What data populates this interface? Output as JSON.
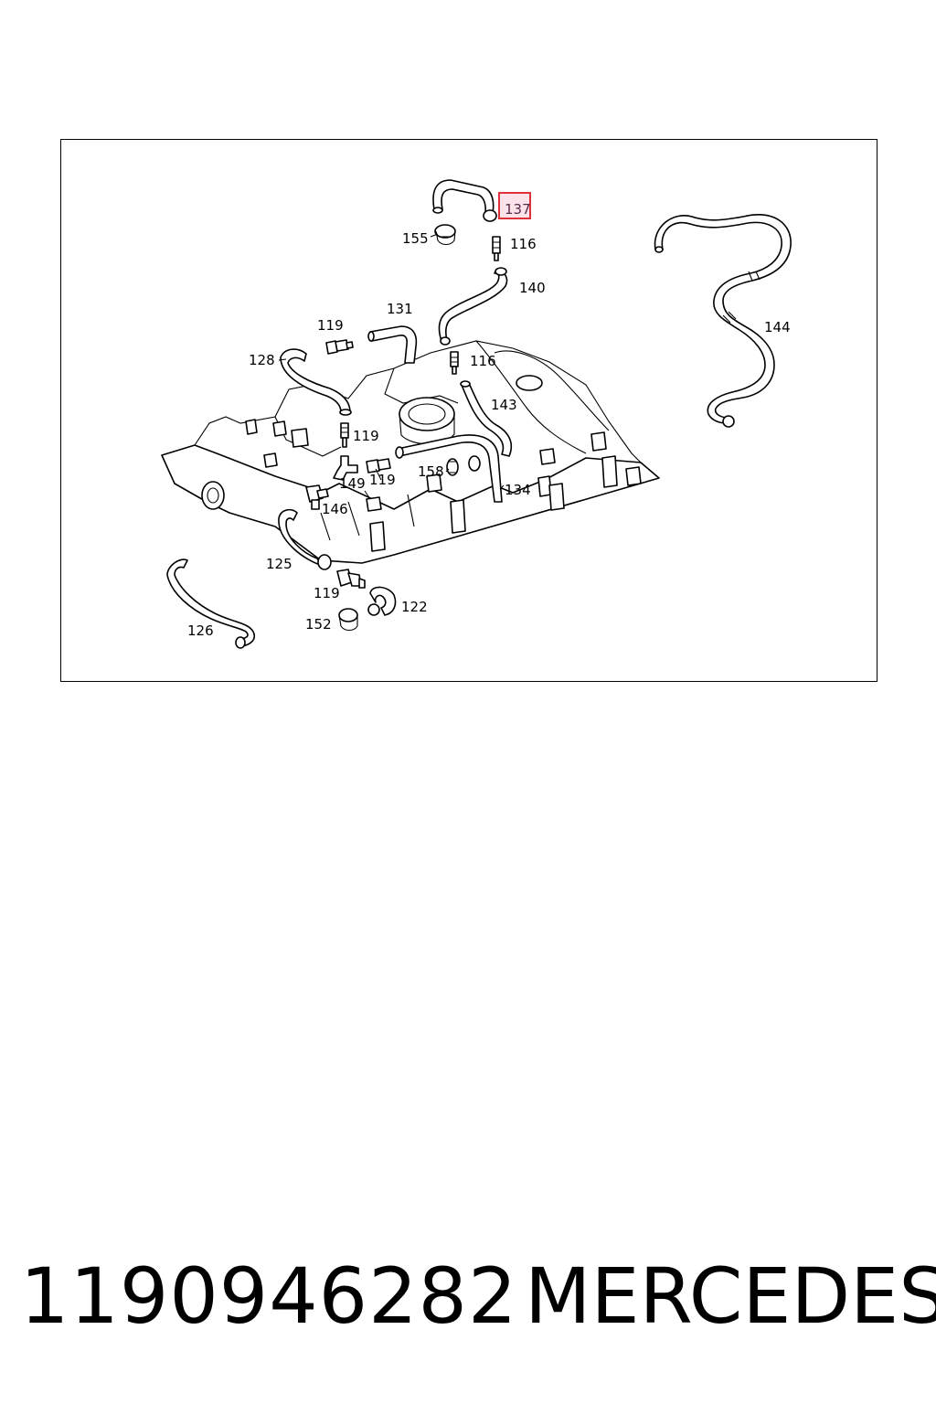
{
  "diagram": {
    "callouts": {
      "c137": "137",
      "c155": "155",
      "c116a": "116",
      "c140": "140",
      "c131": "131",
      "c119a": "119",
      "c128": "128",
      "c116b": "116",
      "c143": "143",
      "c144": "144",
      "c119b": "119",
      "c158": "158",
      "c149": "149",
      "c119c": "119",
      "c134": "134",
      "c146": "146",
      "c125": "125",
      "c119d": "119",
      "c122": "122",
      "c152": "152",
      "c126": "126"
    },
    "highlight_color": "#e0303a",
    "highlight_fill": "#fbe3ea"
  },
  "footer": {
    "part_number": "1190946282",
    "brand": "MERCEDES"
  }
}
